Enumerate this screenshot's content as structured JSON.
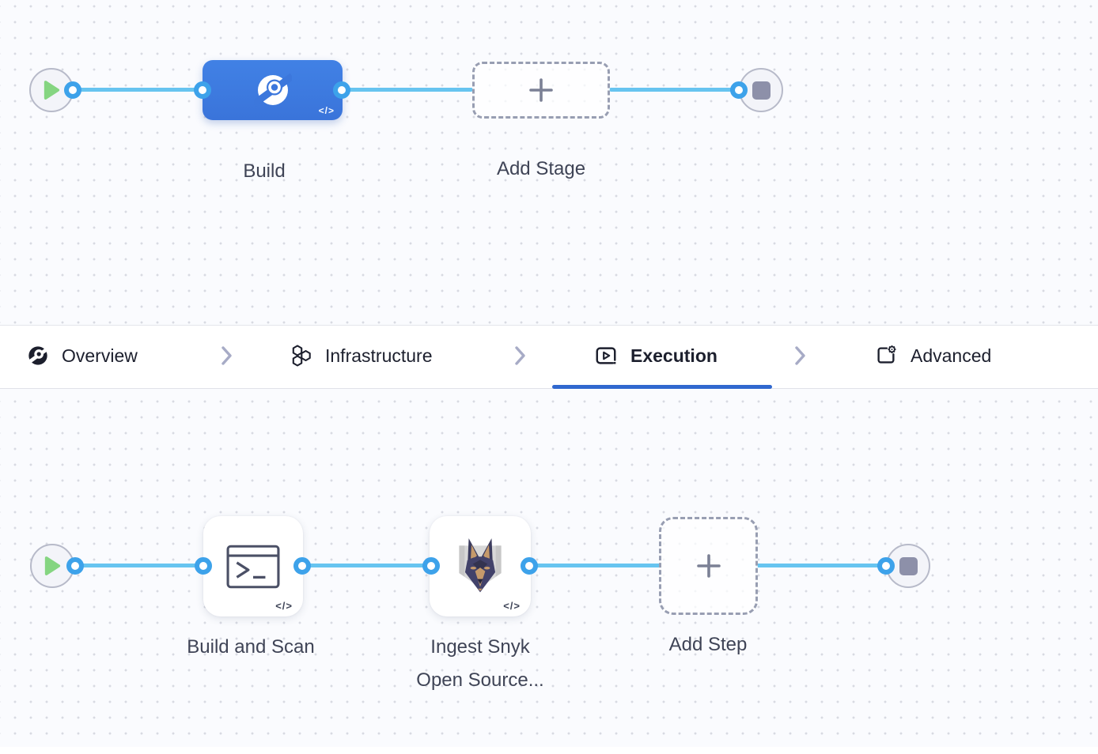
{
  "colors": {
    "stage_blue": "#3d7ade",
    "edge_blue": "#67c4f0",
    "port_blue": "#3da2ea",
    "play_green": "#85d581",
    "stop_gray": "#8d90a9",
    "tab_underline_blue": "#3068cf",
    "canvas_bg": "#fafbfe"
  },
  "stage_pipeline": {
    "start": {
      "icon": "play-icon"
    },
    "end": {
      "icon": "stop-icon"
    },
    "stages": [
      {
        "label": "Build",
        "icon": "ci-build-icon",
        "code_badge": "</>",
        "selected": true
      },
      {
        "label": "Add Stage",
        "icon": "plus-icon",
        "selected": false
      }
    ]
  },
  "tab_bar": {
    "separator_icon": "chevron-right-icon",
    "tabs": [
      {
        "label": "Overview",
        "icon": "ci-pie-icon",
        "active": false
      },
      {
        "label": "Infrastructure",
        "icon": "hexagons-icon",
        "active": false
      },
      {
        "label": "Execution",
        "icon": "execution-play-icon",
        "active": true
      },
      {
        "label": "Advanced",
        "icon": "advanced-gear-icon",
        "active": false
      }
    ]
  },
  "step_pipeline": {
    "start": {
      "icon": "play-icon"
    },
    "end": {
      "icon": "stop-icon"
    },
    "steps": [
      {
        "label": "Build and Scan",
        "icon": "terminal-icon",
        "code_badge": "</>"
      },
      {
        "label_lines": [
          "Ingest Snyk",
          "Open Source..."
        ],
        "icon": "snyk-doberman-icon",
        "code_badge": "</>"
      },
      {
        "label": "Add Step",
        "icon": "plus-icon"
      }
    ]
  }
}
